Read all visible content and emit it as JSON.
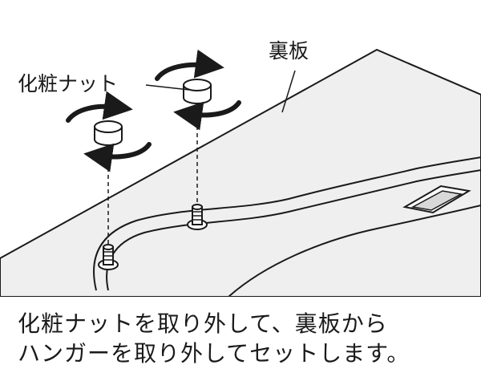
{
  "labels": {
    "nut": "化粧ナット",
    "back_panel": "裏板"
  },
  "caption": {
    "line1": "化粧ナットを取り外して、裏板から",
    "line2": "ハンガーを取り外してセットします。"
  },
  "colors": {
    "line": "#1a1a1a",
    "panel_fill": "#efefef",
    "background": "#ffffff"
  }
}
